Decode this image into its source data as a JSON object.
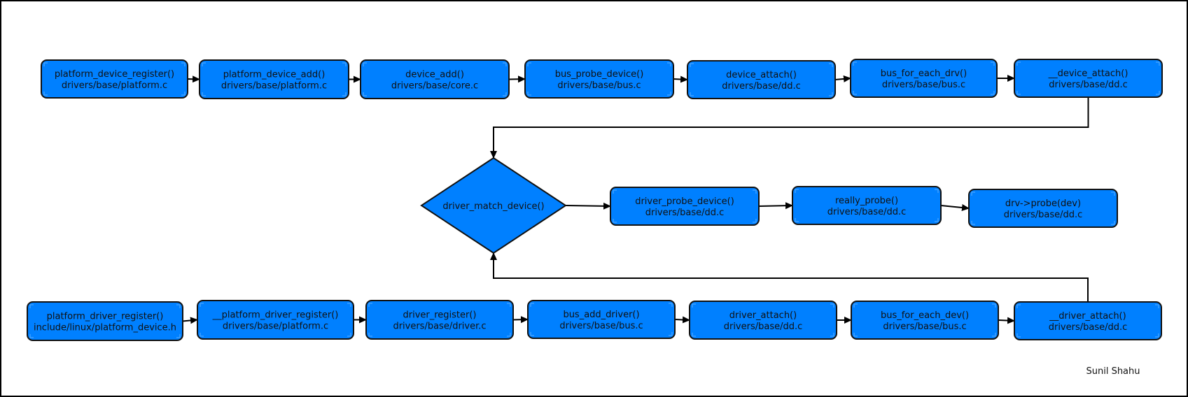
{
  "colors": {
    "node_fill": "#0080ff",
    "node_stroke": "#111111",
    "edge": "#000000",
    "text": "#111111"
  },
  "diagram": {
    "nodes": [
      {
        "id": "platform_device_register",
        "shape": "rounded-rect",
        "lines": [
          "platform_device_register()",
          "drivers/base/platform.c"
        ]
      },
      {
        "id": "platform_device_add",
        "shape": "rounded-rect",
        "lines": [
          "platform_device_add()",
          "drivers/base/platform.c"
        ]
      },
      {
        "id": "device_add",
        "shape": "rounded-rect",
        "lines": [
          "device_add()",
          "drivers/base/core.c"
        ]
      },
      {
        "id": "bus_probe_device",
        "shape": "rounded-rect",
        "lines": [
          "bus_probe_device()",
          "drivers/base/bus.c"
        ]
      },
      {
        "id": "device_attach",
        "shape": "rounded-rect",
        "lines": [
          "device_attach()",
          "drivers/base/dd.c"
        ]
      },
      {
        "id": "bus_for_each_drv",
        "shape": "rounded-rect",
        "lines": [
          "bus_for_each_drv()",
          "drivers/base/bus.c"
        ]
      },
      {
        "id": "__device_attach",
        "shape": "rounded-rect",
        "lines": [
          "__device_attach()",
          "drivers/base/dd.c"
        ]
      },
      {
        "id": "driver_match_device",
        "shape": "diamond",
        "lines": [
          "driver_match_device()"
        ]
      },
      {
        "id": "driver_probe_device",
        "shape": "rounded-rect",
        "lines": [
          "driver_probe_device()",
          "drivers/base/dd.c"
        ]
      },
      {
        "id": "really_probe",
        "shape": "rounded-rect",
        "lines": [
          "really_probe()",
          "drivers/base/dd.c"
        ]
      },
      {
        "id": "drv_probe",
        "shape": "rounded-rect",
        "lines": [
          "drv->probe(dev)",
          "drivers/base/dd.c"
        ]
      },
      {
        "id": "platform_driver_register",
        "shape": "rounded-rect",
        "lines": [
          "platform_driver_register()",
          "include/linux/platform_device.h"
        ]
      },
      {
        "id": "__platform_driver_register",
        "shape": "rounded-rect",
        "lines": [
          "__platform_driver_register()",
          "drivers/base/platform.c"
        ]
      },
      {
        "id": "driver_register",
        "shape": "rounded-rect",
        "lines": [
          "driver_register()",
          "drivers/base/driver.c"
        ]
      },
      {
        "id": "bus_add_driver",
        "shape": "rounded-rect",
        "lines": [
          "bus_add_driver()",
          "drivers/base/bus.c"
        ]
      },
      {
        "id": "driver_attach",
        "shape": "rounded-rect",
        "lines": [
          "driver_attach()",
          "drivers/base/dd.c"
        ]
      },
      {
        "id": "bus_for_each_dev",
        "shape": "rounded-rect",
        "lines": [
          "bus_for_each_dev()",
          "drivers/base/bus.c"
        ]
      },
      {
        "id": "__driver_attach",
        "shape": "rounded-rect",
        "lines": [
          "__driver_attach()",
          "drivers/base/dd.c"
        ]
      }
    ],
    "edges": [
      {
        "from": "platform_device_register",
        "to": "platform_device_add"
      },
      {
        "from": "platform_device_add",
        "to": "device_add"
      },
      {
        "from": "device_add",
        "to": "bus_probe_device"
      },
      {
        "from": "bus_probe_device",
        "to": "device_attach"
      },
      {
        "from": "device_attach",
        "to": "bus_for_each_drv"
      },
      {
        "from": "bus_for_each_drv",
        "to": "__device_attach"
      },
      {
        "from": "__device_attach",
        "to": "driver_match_device"
      },
      {
        "from": "driver_match_device",
        "to": "driver_probe_device"
      },
      {
        "from": "driver_probe_device",
        "to": "really_probe"
      },
      {
        "from": "really_probe",
        "to": "drv_probe"
      },
      {
        "from": "platform_driver_register",
        "to": "__platform_driver_register"
      },
      {
        "from": "__platform_driver_register",
        "to": "driver_register"
      },
      {
        "from": "driver_register",
        "to": "bus_add_driver"
      },
      {
        "from": "bus_add_driver",
        "to": "driver_attach"
      },
      {
        "from": "driver_attach",
        "to": "bus_for_each_dev"
      },
      {
        "from": "bus_for_each_dev",
        "to": "__driver_attach"
      },
      {
        "from": "__driver_attach",
        "to": "driver_match_device"
      }
    ],
    "author": "Sunil Shahu"
  }
}
